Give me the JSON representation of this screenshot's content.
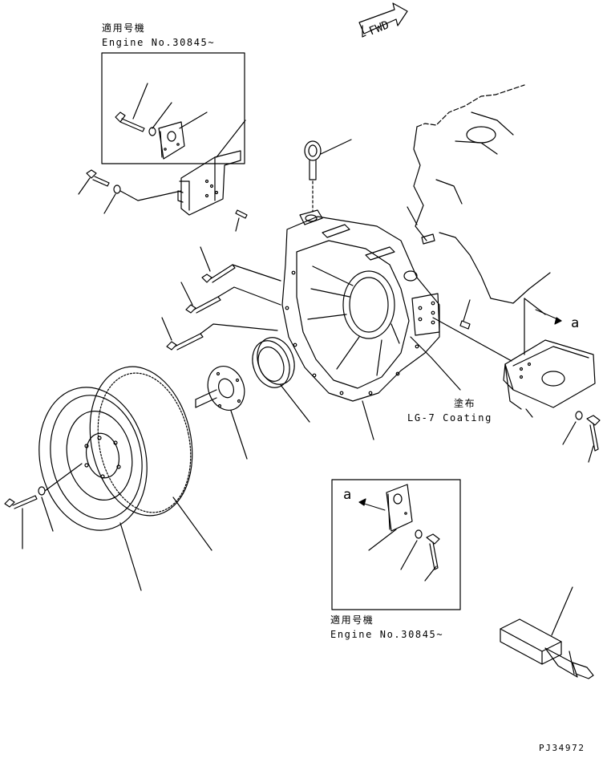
{
  "diagram": {
    "fwd_label": "FWD",
    "callout_top": {
      "jp": "適用号機",
      "engine": "Engine No.30845~"
    },
    "callout_bottom": {
      "jp": "適用号機",
      "engine": "Engine No.30845~"
    },
    "coating": {
      "jp": "塗布",
      "en": "LG-7 Coating"
    },
    "ref_marker_right": "a",
    "ref_marker_box": "a",
    "drawing_id": "PJ34972"
  },
  "colors": {
    "ink": "#000000",
    "paper": "#ffffff"
  }
}
